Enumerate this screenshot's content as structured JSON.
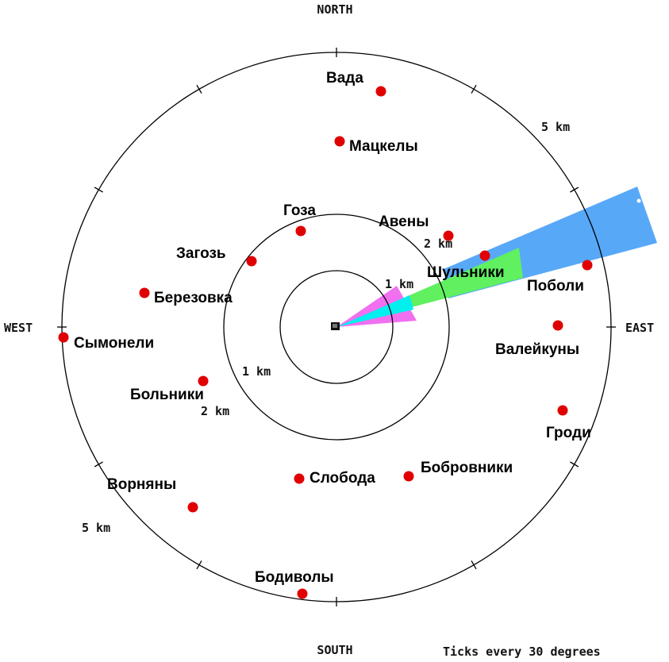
{
  "compass": {
    "north": "NORTH",
    "south": "SOUTH",
    "east": "EAST",
    "west": "WEST"
  },
  "rings": {
    "inner_label": "1 km",
    "middle_label": "2 km",
    "outer_label": "5 km"
  },
  "note": "Ticks every 30 degrees",
  "colors": {
    "marker": "#e00000",
    "wedge_near": "#f070f0",
    "wedge_cyan": "#00f0f0",
    "wedge_mid": "#60f060",
    "wedge_far": "#58a8f8"
  },
  "places": [
    {
      "name": "Вада"
    },
    {
      "name": "Мацкелы"
    },
    {
      "name": "Гоза"
    },
    {
      "name": "Авены"
    },
    {
      "name": "Загозь"
    },
    {
      "name": "Шульники"
    },
    {
      "name": "Поболи"
    },
    {
      "name": "Березовка"
    },
    {
      "name": "Сымонели"
    },
    {
      "name": "Валейкуны"
    },
    {
      "name": "Больники"
    },
    {
      "name": "Гроди"
    },
    {
      "name": "Слобода"
    },
    {
      "name": "Бобровники"
    },
    {
      "name": "Ворняны"
    },
    {
      "name": "Бодиволы"
    }
  ]
}
